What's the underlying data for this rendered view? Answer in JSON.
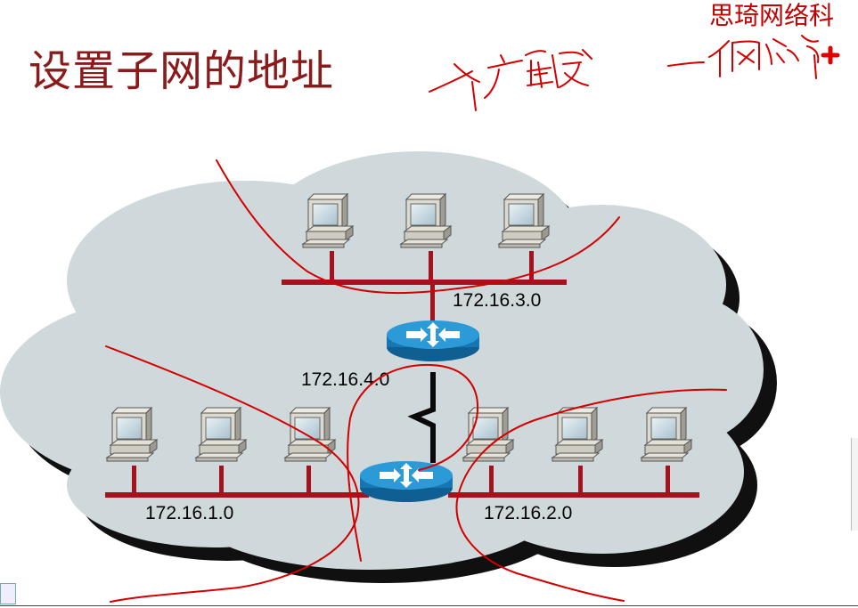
{
  "slide": {
    "title": "设置子网的地址",
    "brand": "思琦网络科"
  },
  "networks": {
    "top_lan": "172.16.3.0",
    "serial_link": "172.16.4.0",
    "left_lan": "172.16.1.0",
    "right_lan": "172.16.2.0"
  },
  "colors": {
    "cloud": "#cfd9dc",
    "bus": "#a3121d",
    "router": "#1f8ec9",
    "annotation_ink": "#d40000"
  }
}
